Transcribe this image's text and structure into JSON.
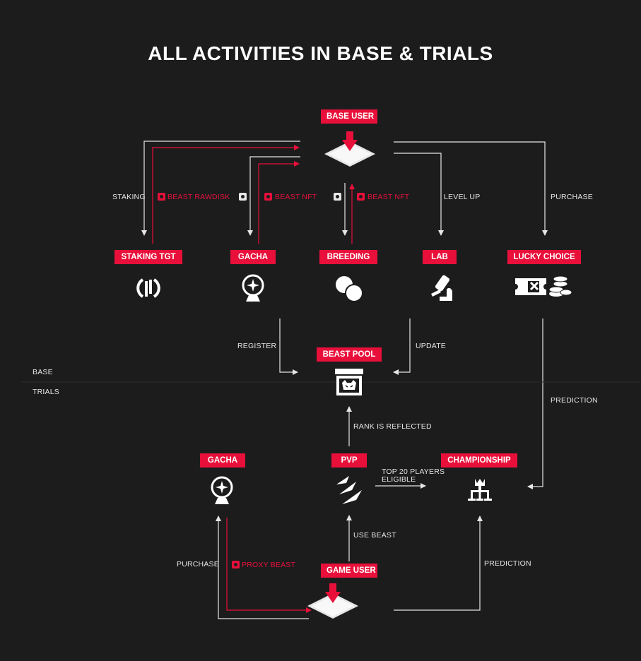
{
  "title": "ALL ACTIVITIES IN BASE & TRIALS",
  "nodes": {
    "base_user": "BASE USER",
    "staking": "STAKING TGT",
    "gacha_top": "GACHA",
    "breeding": "BREEDING",
    "lab": "LAB",
    "lucky_choice": "LUCKY CHOICE",
    "beast_pool": "BEAST POOL",
    "gacha_bottom": "GACHA",
    "pvp": "PVP",
    "championship": "CHAMPIONSHIP",
    "game_user": "GAME USER"
  },
  "labels": {
    "staking": "STAKING",
    "beast_rawdisk": "BEAST RAWDISK",
    "beast_nft_1": "BEAST NFT",
    "beast_nft_2": "BEAST NFT",
    "level_up": "LEVEL UP",
    "purchase_top": "PURCHASE",
    "register": "REGISTER",
    "update": "UPDATE",
    "base": "BASE",
    "trials": "TRIALS",
    "prediction_right": "PREDICTION",
    "rank_reflected": "RANK IS REFLECTED",
    "top20": "TOP 20 PLAYERS ELIGIBLE",
    "use_beast": "USE BEAST",
    "purchase_bottom": "PURCHASE",
    "proxy_beast": "PROXY BEAST",
    "prediction_bottom": "PREDICTION"
  },
  "colors": {
    "accent": "#e8103a",
    "background": "#1c1c1d",
    "line": "#e6e6e6"
  },
  "icons": [
    "diamond-platform-icon",
    "staking-icon",
    "gacha-orb-icon",
    "breeding-circles-icon",
    "microscope-icon",
    "ticket-coins-icon",
    "beast-box-icon",
    "claw-slash-icon",
    "bracket-crown-icon"
  ]
}
